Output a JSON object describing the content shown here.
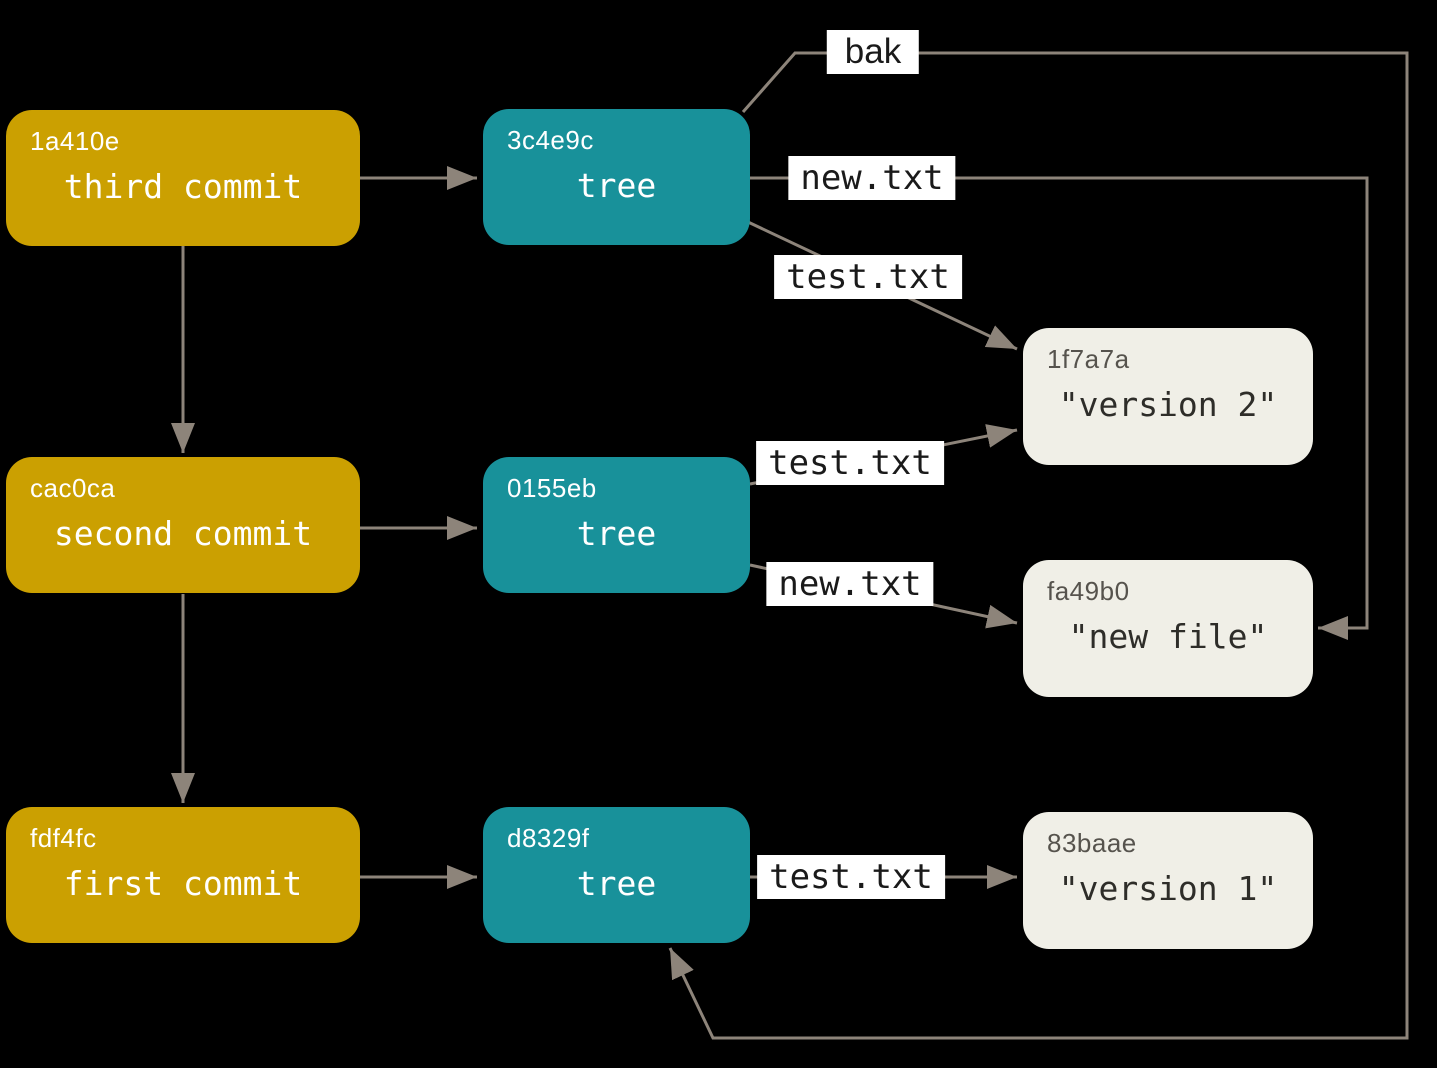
{
  "colors": {
    "background": "#000000",
    "line": "#8D847A",
    "commit_fill": "#CBA001",
    "tree_fill": "#18919A",
    "blob_fill": "#F0EFE7",
    "text_on_color": "#FFFFFF",
    "blob_hash_text": "#56534D",
    "blob_content_text": "#2E2D29",
    "edge_label_bg": "#FFFFFF",
    "edge_label_text": "#1A1A1A"
  },
  "nodes": {
    "commits": [
      {
        "hash": "1a410e",
        "label": "third commit"
      },
      {
        "hash": "cac0ca",
        "label": "second commit"
      },
      {
        "hash": "fdf4fc",
        "label": "first commit"
      }
    ],
    "trees": [
      {
        "hash": "3c4e9c",
        "label": "tree"
      },
      {
        "hash": "0155eb",
        "label": "tree"
      },
      {
        "hash": "d8329f",
        "label": "tree"
      }
    ],
    "blobs": [
      {
        "hash": "1f7a7a",
        "label": "\"version 2\""
      },
      {
        "hash": "fa49b0",
        "label": "\"new file\""
      },
      {
        "hash": "83baae",
        "label": "\"version 1\""
      }
    ]
  },
  "edges": {
    "bak": "bak",
    "new_txt": "new.txt",
    "test_txt": "test.txt"
  }
}
